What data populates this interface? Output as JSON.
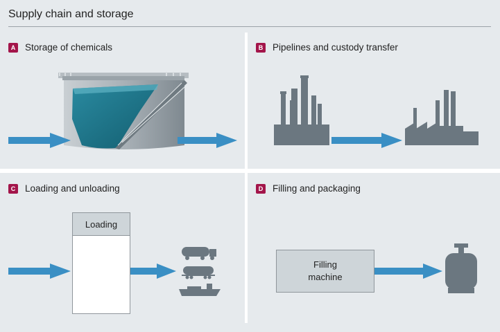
{
  "title": "Supply chain and storage",
  "sections": [
    {
      "badge": "A",
      "label": "Storage of chemicals"
    },
    {
      "badge": "B",
      "label": "Pipelines and custody transfer"
    },
    {
      "badge": "C",
      "label": "Loading and unloading"
    },
    {
      "badge": "D",
      "label": "Filling and packaging"
    }
  ],
  "loading_box": {
    "label": "Loading"
  },
  "filling_box": {
    "line1": "Filling",
    "line2": "machine"
  },
  "colors": {
    "badge": "#a3154a",
    "arrow": "#3a8fc4",
    "icon": "#6b7780",
    "liquid": "#1f7a8e",
    "box": "#ced5d9"
  }
}
